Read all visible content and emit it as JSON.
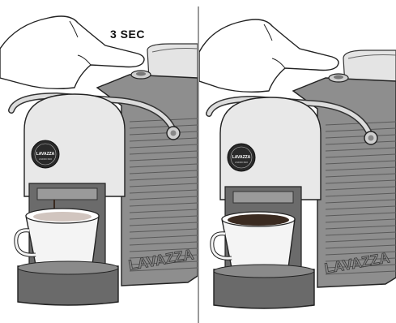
{
  "instruction": {
    "duration_label": "3 SEC"
  },
  "brand": {
    "badge_text": "LAVAZZA",
    "badge_subtext": "A MODO MIO",
    "side_logo_text": "LAVAZZA"
  },
  "colors": {
    "machine_grey": "#8a8a8a",
    "machine_dark": "#555555",
    "shell_light": "#e6e6e6",
    "coffee": "#3a2a20"
  }
}
